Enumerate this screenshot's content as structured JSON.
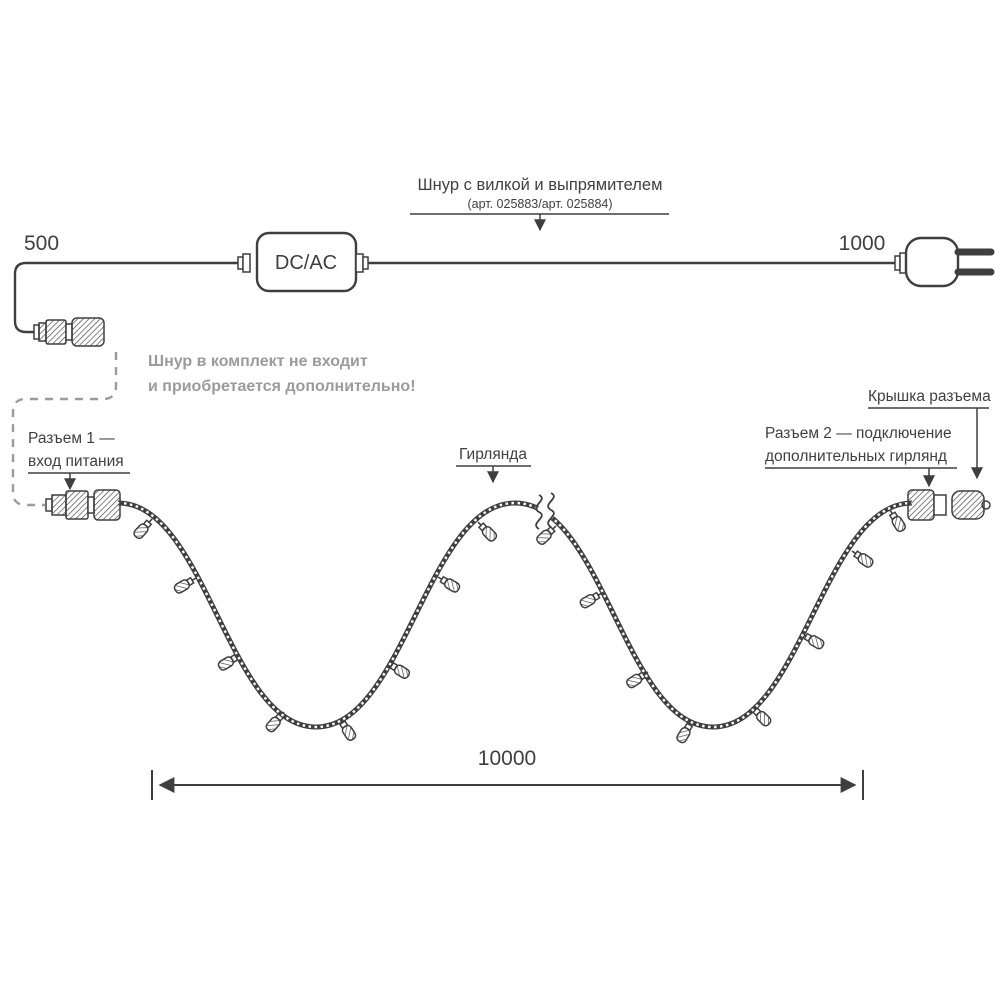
{
  "diagram": {
    "colors": {
      "line": "#3f3f3f",
      "muted": "#9b9b9b",
      "background": "#ffffff"
    },
    "top": {
      "cord_label": "Шнур с вилкой и выпрямителем",
      "cord_art": "(арт. 025883/арт. 025884)",
      "dim_left": "500",
      "dim_right": "1000",
      "converter_label": "DC/AC"
    },
    "notes": {
      "line1": "Шнур в комплект не входит",
      "line2": "и приобретается дополнительно!"
    },
    "labels": {
      "connector1_line1": "Разъем 1 —",
      "connector1_line2": "вход питания",
      "garland": "Гирлянда",
      "cap": "Крышка разъема",
      "connector2_line1": "Разъем 2 — подключение",
      "connector2_line2": "дополнительных гирлянд"
    },
    "dimension": {
      "total": "10000"
    }
  }
}
